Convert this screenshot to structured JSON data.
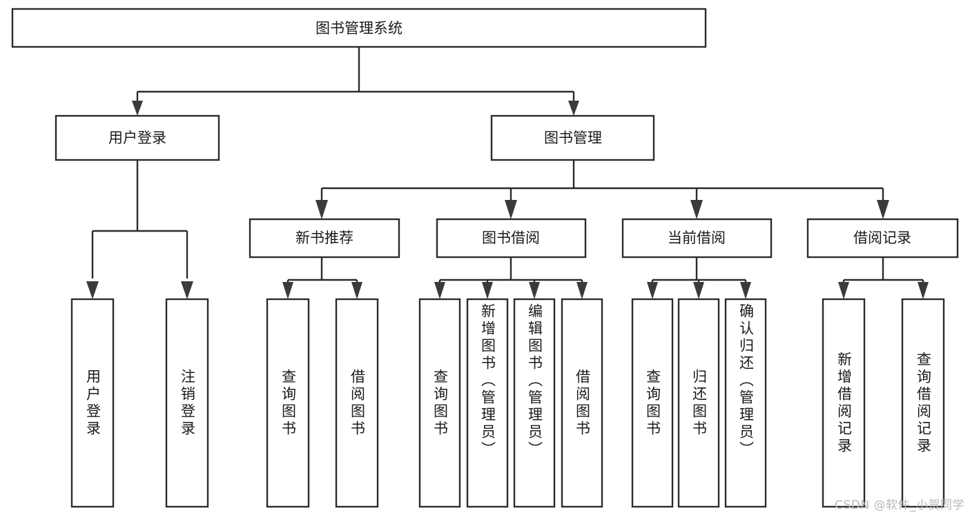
{
  "diagram": {
    "title": "图书管理系统",
    "type": "tree-hierarchy-diagram",
    "watermark": "CSDN @软件_小贺同学",
    "colors": {
      "background": "#ffffff",
      "box_stroke": "#2b2b2b",
      "box_fill": "#ffffff",
      "text": "#1a1a1a",
      "connector": "#2b2b2b",
      "watermark": "#b9b9b9"
    },
    "root": {
      "label": "图书管理系统"
    },
    "level2": [
      {
        "label": "用户登录"
      },
      {
        "label": "图书管理"
      }
    ],
    "level3": [
      {
        "label": "新书推荐"
      },
      {
        "label": "图书借阅"
      },
      {
        "label": "当前借阅"
      },
      {
        "label": "借阅记录"
      }
    ],
    "leaves": {
      "user_login": [
        {
          "label": "用户登录"
        },
        {
          "label": "注销登录"
        }
      ],
      "new_book_recommend": [
        {
          "label": "查询图书"
        },
        {
          "label": "借阅图书"
        }
      ],
      "book_borrow": [
        {
          "label": "查询图书"
        },
        {
          "label": "新增图书（管理员）"
        },
        {
          "label": "编辑图书（管理员）"
        },
        {
          "label": "借阅图书"
        }
      ],
      "current_borrow": [
        {
          "label": "查询图书"
        },
        {
          "label": "归还图书"
        },
        {
          "label": "确认归还（管理员）"
        }
      ],
      "borrow_records": [
        {
          "label": "新增借阅记录"
        },
        {
          "label": "查询借阅记录"
        }
      ]
    }
  }
}
